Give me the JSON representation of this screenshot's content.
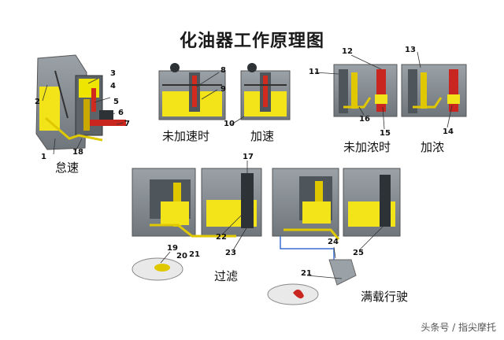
{
  "title": "化油器工作原理图",
  "captions": {
    "idle": "怠速",
    "no_accel": "未加速时",
    "accel": "加速",
    "no_enrich": "未加浓时",
    "enrich": "加浓",
    "filter": "过滤",
    "full_load": "满载行驶"
  },
  "callouts": {
    "n1": "1",
    "n2": "2",
    "n3": "3",
    "n4": "4",
    "n5": "5",
    "n6": "6",
    "n7": "7",
    "n8": "8",
    "n9": "9",
    "n10": "10",
    "n11": "11",
    "n12": "12",
    "n13": "13",
    "n14": "14",
    "n15": "15",
    "n16": "16",
    "n17": "17",
    "n18": "18",
    "n19": "19",
    "n20": "20",
    "n21a": "21",
    "n21b": "21",
    "n22": "22",
    "n23": "23",
    "n24": "24",
    "n25": "25"
  },
  "watermark": "头条号 / 指尖摩托",
  "colors": {
    "body_gray": "#7d858c",
    "dark_gray": "#4e555b",
    "fuel_yellow": "#f2e418",
    "channel_yellow": "#e0c800",
    "red": "#c8261e",
    "blue_line": "#3a6fd0"
  }
}
